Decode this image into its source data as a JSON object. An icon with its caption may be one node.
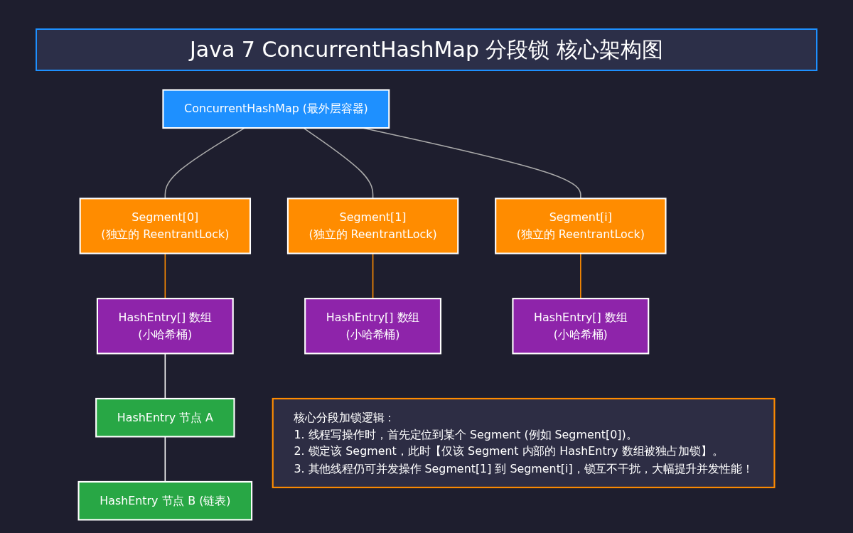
{
  "diagram": {
    "title": "Java 7 ConcurrentHashMap 分段锁 核心架构图",
    "nodes": [
      {
        "text": [
          "ConcurrentHashMap (最外层容器)"
        ]
      },
      {
        "text": [
          "Segment[0]",
          "(独立的 ReentrantLock)"
        ]
      },
      {
        "text": [
          "Segment[1]",
          "(独立的 ReentrantLock)"
        ]
      },
      {
        "text": [
          "Segment[i]",
          "(独立的 ReentrantLock)"
        ]
      },
      {
        "text": [
          "HashEntry[] 数组",
          "(小哈希桶)"
        ]
      },
      {
        "text": [
          "HashEntry[] 数组",
          "(小哈希桶)"
        ]
      },
      {
        "text": [
          "HashEntry[] 数组",
          "(小哈希桶)"
        ]
      },
      {
        "text": [
          "HashEntry 节点 A"
        ]
      },
      {
        "text": [
          "HashEntry 节点 B (链表)"
        ]
      },
      {
        "text": [
          "核心分段加锁逻辑：",
          "1. 线程写操作时，首先定位到某个 Segment (例如 Segment[0])。",
          "2. 锁定该 Segment，此时【仅该 Segment 内部的 HashEntry 数组被独占加锁】。",
          "3. 其他线程仍可并发操作 Segment[1] 到 Segment[i]，锁互不干扰，大幅提升并发性能！"
        ]
      }
    ],
    "edges": [
      {
        "from": 0,
        "to": 1,
        "arrow": "none",
        "color": "#aaaaaa"
      },
      {
        "from": 0,
        "to": 2,
        "arrow": "none",
        "color": "#aaaaaa"
      },
      {
        "from": 0,
        "to": 3,
        "arrow": "none",
        "color": "#aaaaaa"
      },
      {
        "from": 1,
        "to": 4,
        "arrow": "none",
        "color": "#ff8c00"
      },
      {
        "from": 2,
        "to": 5,
        "arrow": "none",
        "color": "#ff8c00"
      },
      {
        "from": 3,
        "to": 6,
        "arrow": "none",
        "color": "#ff8c00"
      },
      {
        "from": 4,
        "to": 7,
        "arrow": "none",
        "color": "#ffffff"
      },
      {
        "from": 7,
        "to": 8,
        "arrow": "none",
        "color": "#ffffff"
      }
    ]
  }
}
